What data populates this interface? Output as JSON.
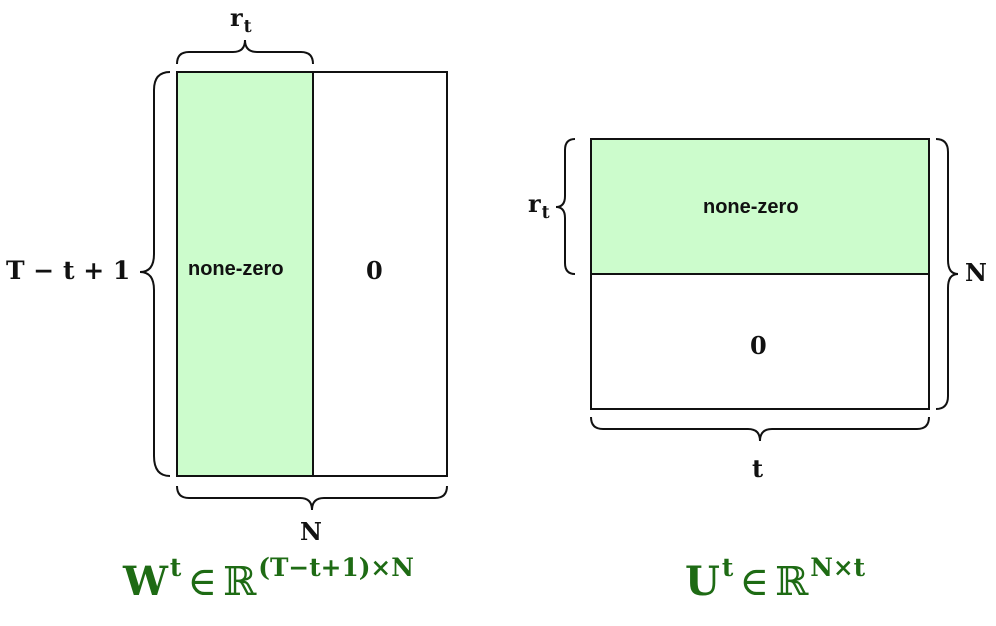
{
  "colors": {
    "nonzero_fill": "#ccfccc",
    "outline": "#111111",
    "formula": "#1e6b14"
  },
  "left": {
    "top_label": {
      "base": "r",
      "sub": "t"
    },
    "side_label": "T − t + 1",
    "bottom_label": "N",
    "nonzero_label": "none-zero",
    "zero_label": "0",
    "formula": {
      "base": "W",
      "sup_t": "t",
      "elem": "∈",
      "set": "ℝ",
      "exp": "(T−t+1)×N"
    }
  },
  "right": {
    "side_label": {
      "base": "r",
      "sub": "t"
    },
    "right_label": "N",
    "bottom_label": "t",
    "nonzero_label": "none-zero",
    "zero_label": "0",
    "formula": {
      "base": "U",
      "sup_t": "t",
      "elem": "∈",
      "set": "ℝ",
      "exp": "N×t"
    }
  }
}
